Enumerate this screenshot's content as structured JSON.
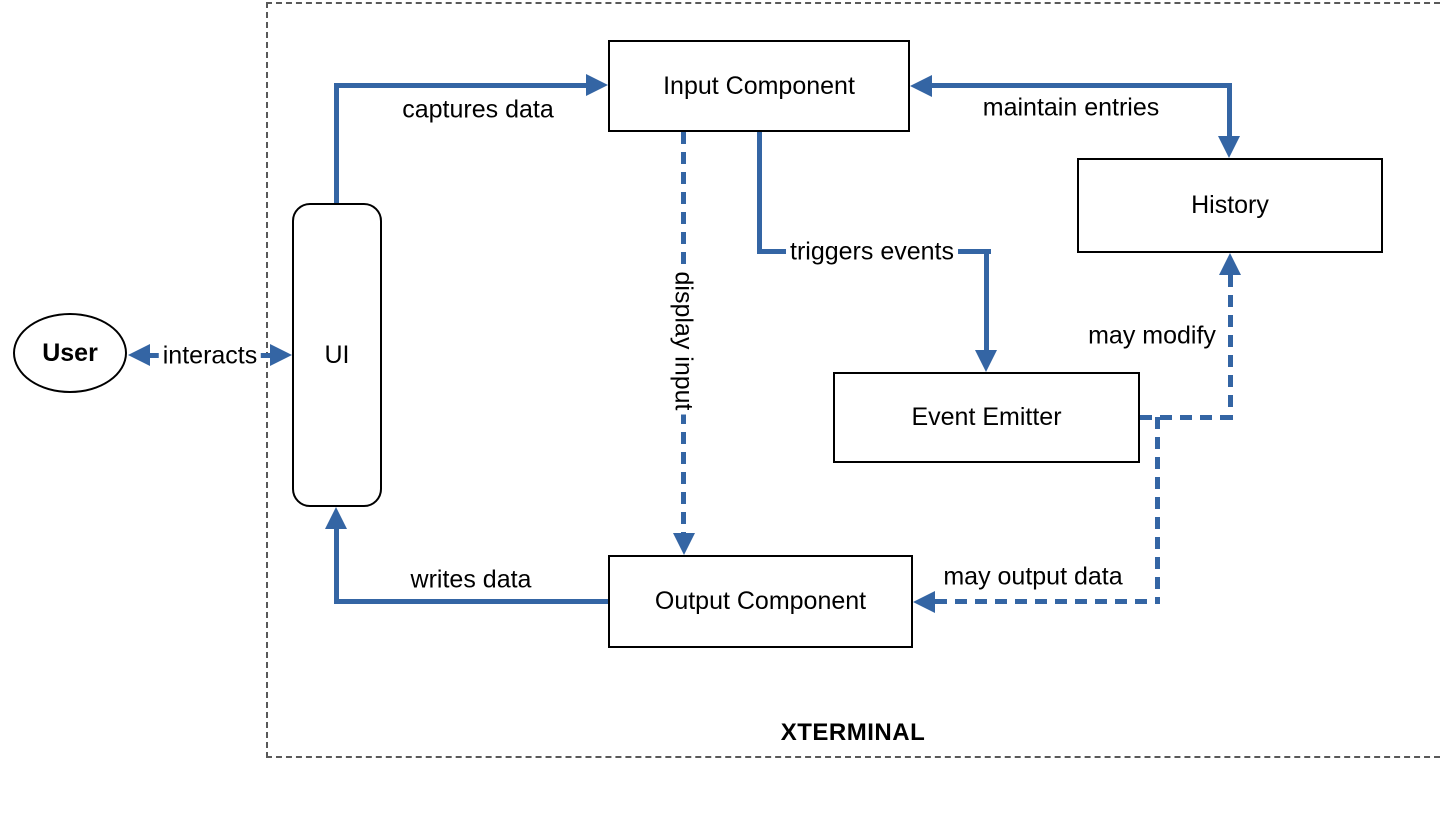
{
  "diagram": {
    "container_label": "XTERMINAL",
    "nodes": {
      "user": {
        "label": "User",
        "shape": "ellipse"
      },
      "ui": {
        "label": "UI",
        "shape": "rounded-rect"
      },
      "input_component": {
        "label": "Input Component",
        "shape": "rounded-rect"
      },
      "history": {
        "label": "History",
        "shape": "rounded-rect"
      },
      "event_emitter": {
        "label": "Event Emitter",
        "shape": "rounded-rect"
      },
      "output_component": {
        "label": "Output Component",
        "shape": "rounded-rect"
      }
    },
    "edges": {
      "interacts": {
        "label": "interacts",
        "from": "User",
        "to": "UI",
        "style": "solid",
        "bidirectional": true
      },
      "captures_data": {
        "label": "captures data",
        "from": "UI",
        "to": "Input Component",
        "style": "solid"
      },
      "maintain_entries": {
        "label": "maintain entries",
        "from": "History",
        "to": "Input Component",
        "style": "solid",
        "bidirectional": true
      },
      "triggers_events": {
        "label": "triggers events",
        "from": "Input Component",
        "to": "Event Emitter",
        "style": "solid"
      },
      "display_input": {
        "label": "display input",
        "from": "Input Component",
        "to": "Output Component",
        "style": "dashed",
        "label_rotation": "90deg"
      },
      "writes_data": {
        "label": "writes data",
        "from": "Output Component",
        "to": "UI",
        "style": "solid"
      },
      "may_modify": {
        "label": "may modify",
        "from": "Event Emitter",
        "to": "History",
        "style": "dashed"
      },
      "may_output_data": {
        "label": "may output data",
        "from": "Event Emitter",
        "to": "Output Component",
        "style": "dashed"
      }
    },
    "colors": {
      "edge": "#3465a4",
      "node_border": "#000000",
      "node_fill": "#ffffff",
      "container_border": "#595959",
      "text": "#000000",
      "background": "#ffffff"
    }
  }
}
